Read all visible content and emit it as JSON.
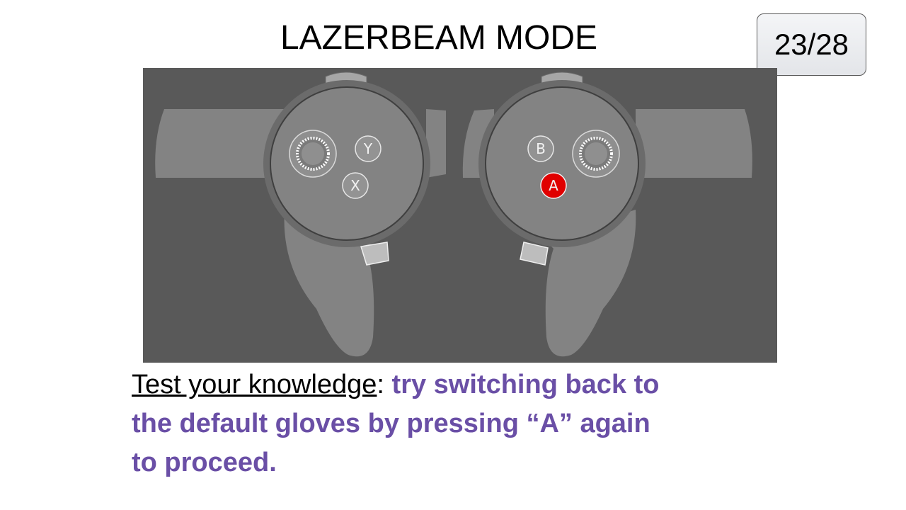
{
  "title": "LAZERBEAM MODE",
  "page_counter": "23/28",
  "controllers": {
    "left_buttons": [
      "Y",
      "X"
    ],
    "right_buttons": [
      "B",
      "A"
    ],
    "highlighted_button": "A",
    "highlight_color": "#e00000"
  },
  "instruction": {
    "lead": "Test your knowledge",
    "colon": ":",
    "line1": " try switching back to",
    "line2": "the default gloves by pressing “A” again",
    "line3": "to proceed."
  },
  "colors": {
    "instruction_text": "#6a4fa6",
    "figure_background": "#595959"
  }
}
